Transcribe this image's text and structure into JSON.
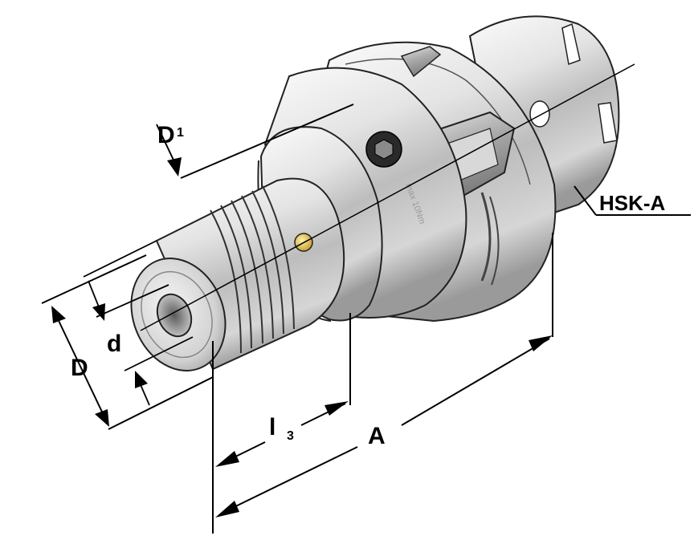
{
  "labels": {
    "D1": "D",
    "D1_sub": "1",
    "D": "D",
    "d": "d",
    "l3": "l",
    "l3_sub": "3",
    "A": "A",
    "hsk": "HSK-A"
  },
  "engraving": "max 10Nm"
}
